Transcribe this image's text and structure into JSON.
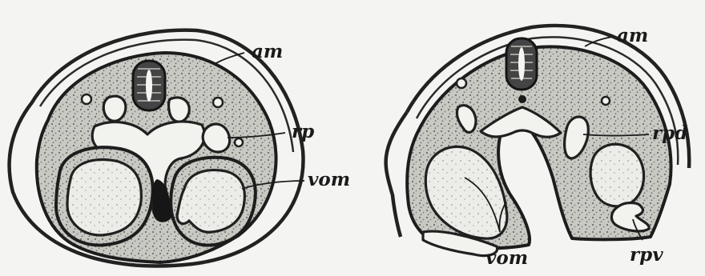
{
  "left_section": {
    "labels": {
      "am": "am",
      "rp": "rp",
      "vom": "vom"
    }
  },
  "right_section": {
    "labels": {
      "am": "am",
      "rpd": "rpd",
      "vom": "vom",
      "rpv": "rpv"
    }
  }
}
